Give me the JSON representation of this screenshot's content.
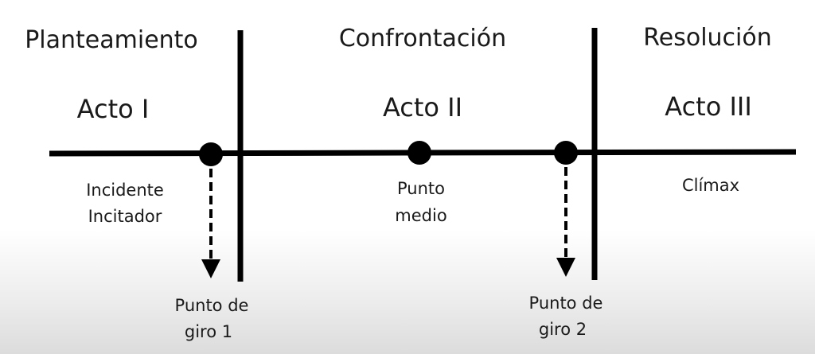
{
  "sections": [
    {
      "heading": "Planteamiento",
      "act": "Acto I"
    },
    {
      "heading": "Confrontación",
      "act": "Acto II"
    },
    {
      "heading": "Resolución",
      "act": "Acto III"
    }
  ],
  "labels": {
    "incident": [
      "Incidente",
      "Incitador"
    ],
    "midpoint": [
      "Punto",
      "medio"
    ],
    "climax": "Clímax",
    "turn1": [
      "Punto de",
      "giro 1"
    ],
    "turn2": [
      "Punto de",
      "giro 2"
    ]
  }
}
